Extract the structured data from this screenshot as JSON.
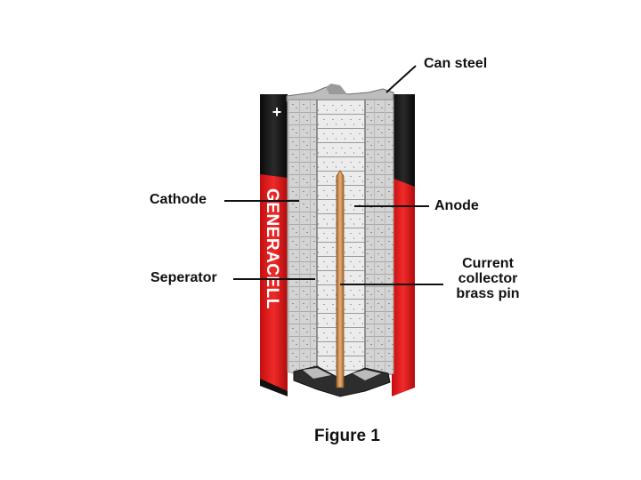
{
  "colors": {
    "battery_red": "#e31b1b",
    "battery_black": "#161616",
    "cathode_gray": "#cfcfcf",
    "anode_gray": "#e9e9e9",
    "brass_pin": "#c98a4b",
    "leader_line": "#111111"
  },
  "battery": {
    "brand": "GENERACELL",
    "terminal_symbol": "+"
  },
  "labels": {
    "can_steel": "Can steel",
    "cathode": "Cathode",
    "anode": "Anode",
    "separator": "Seperator",
    "current_collector": [
      "Current",
      "collector",
      "brass pin"
    ]
  },
  "caption": "Figure 1"
}
